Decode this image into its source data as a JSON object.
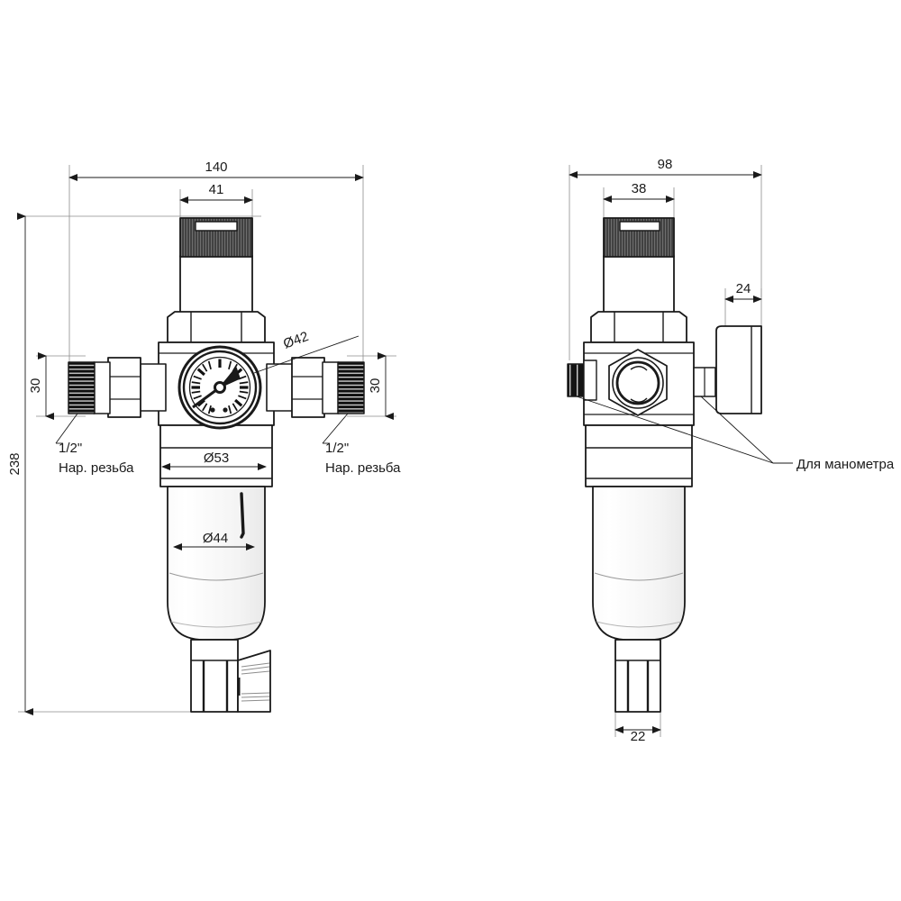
{
  "drawing": {
    "title": "Water filter with pressure reducer - dimensioned technical drawing",
    "units": "mm",
    "line_color": "#1a1a1a",
    "fill_color": "#ffffff",
    "knurl_color": "#4a4a4a",
    "thread_color": "#141414",
    "views": {
      "front": {
        "label": "front-view"
      },
      "side": {
        "label": "side-view"
      }
    }
  },
  "front_view": {
    "dimensions": {
      "overall_width": "140",
      "knob_width": "41",
      "port_height_left": "30",
      "port_height_right": "30",
      "overall_height": "238",
      "gauge_diameter": "Ø42",
      "body_collar_diameter": "Ø53",
      "bowl_diameter": "Ø44"
    },
    "callouts": {
      "left_thread_size": "1/2\"",
      "left_thread_type": "Нар. резьба",
      "right_thread_size": "1/2\"",
      "right_thread_type": "Нар. резьба"
    }
  },
  "side_view": {
    "dimensions": {
      "overall_width": "98",
      "knob_width": "38",
      "gauge_port_width": "24",
      "drain_width": "22"
    },
    "callouts": {
      "manometer_port": "Для манометра"
    }
  }
}
